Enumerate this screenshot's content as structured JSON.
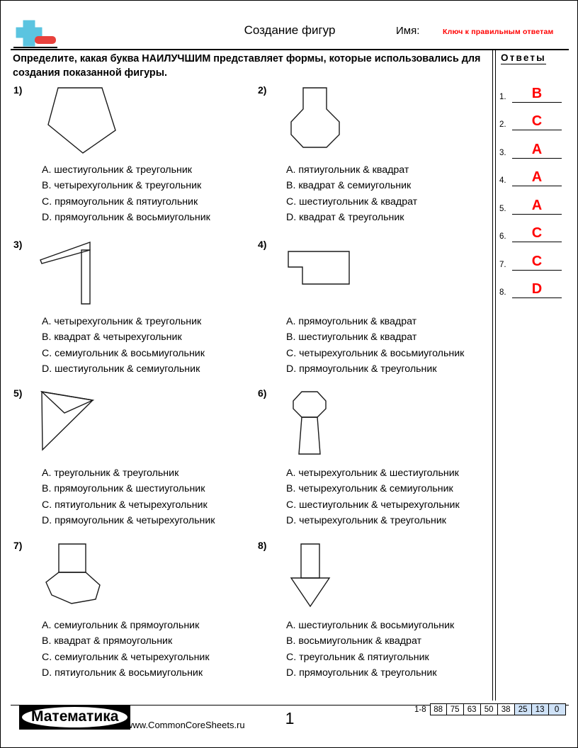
{
  "header": {
    "title": "Создание фигур",
    "name_label": "Имя:",
    "answer_key_label": "Ключ к правильным ответам",
    "logo_icon": "plus-minus-logo-icon"
  },
  "directions": "Определите, какая буква НАИЛУЧШИМ представляет формы, которые использовались для создания показанной фигуры.",
  "answers_panel": {
    "heading": "Ответы",
    "items": [
      {
        "num": "1.",
        "value": "B"
      },
      {
        "num": "2.",
        "value": "C"
      },
      {
        "num": "3.",
        "value": "A"
      },
      {
        "num": "4.",
        "value": "A"
      },
      {
        "num": "5.",
        "value": "A"
      },
      {
        "num": "6.",
        "value": "C"
      },
      {
        "num": "7.",
        "value": "C"
      },
      {
        "num": "8.",
        "value": "D"
      }
    ],
    "answer_color": "#ff0000"
  },
  "questions": [
    {
      "num": "1)",
      "figure": "pentagon-house-shape",
      "choices": [
        "A. шестиугольник & треугольник",
        "B. четырехугольник & треугольник",
        "C. прямоугольник & пятиугольник",
        "D. прямоугольник & восьмиугольник"
      ]
    },
    {
      "num": "2)",
      "figure": "hexagon-with-rectangle-neck-shape",
      "choices": [
        "A. пятиугольник & квадрат",
        "B. квадрат & семиугольник",
        "C. шестиугольник & квадрат",
        "D. квадрат & треугольник"
      ]
    },
    {
      "num": "3)",
      "figure": "thin-triangle-and-narrow-rectangle-shape",
      "choices": [
        "A. четырехугольник & треугольник",
        "B. квадрат & четырехугольник",
        "C. семиугольник & восьмиугольник",
        "D. шестиугольник & семиугольник"
      ]
    },
    {
      "num": "4)",
      "figure": "l-shaped-polygon",
      "choices": [
        "A. прямоугольник & квадрат",
        "B. шестиугольник & квадрат",
        "C. четырехугольник & восьмиугольник",
        "D. прямоугольник & треугольник"
      ]
    },
    {
      "num": "5)",
      "figure": "chevron-arrow-two-triangles-shape",
      "choices": [
        "A. треугольник & треугольник",
        "B. прямоугольник & шестиугольник",
        "C. пятиугольник & четырехугольник",
        "D. прямоугольник & четырехугольник"
      ]
    },
    {
      "num": "6)",
      "figure": "hexagon-head-with-tapered-body-shape",
      "choices": [
        "A. четырехугольник & шестиугольник",
        "B. четырехугольник & семиугольник",
        "C. шестиугольник & четырехугольник",
        "D. четырехугольник & треугольник"
      ]
    },
    {
      "num": "7)",
      "figure": "heptagon-base-with-rectangle-top-shape",
      "choices": [
        "A. семиугольник & прямоугольник",
        "B. квадрат & прямоугольник",
        "C. семиугольник & четырехугольник",
        "D. пятиугольник & восьмиугольник"
      ]
    },
    {
      "num": "8)",
      "figure": "down-arrow-shape",
      "choices": [
        "A. шестиугольник & восьмиугольник",
        "B. восьмиугольник & квадрат",
        "C. треугольник & пятиугольник",
        "D. прямоугольник & треугольник"
      ]
    }
  ],
  "footer": {
    "brand": "Математика",
    "url": "www.CommonCoreSheets.ru",
    "page_number": "1",
    "scale_range": "1-8",
    "scale_values": [
      "88",
      "75",
      "63",
      "50",
      "38",
      "25",
      "13",
      "0"
    ],
    "highlight_color": "#cfe2f7"
  }
}
